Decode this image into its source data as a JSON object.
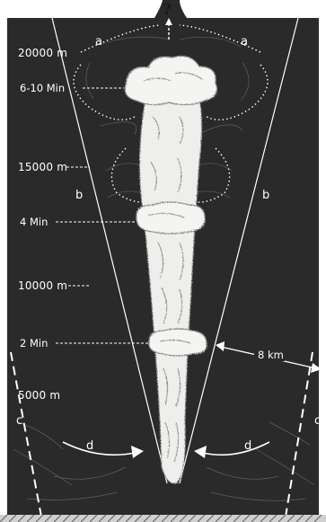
{
  "top_mark": "?",
  "altitude_labels": [
    "20000 m",
    "15000 m",
    "10000 m",
    "5000 m"
  ],
  "time_labels": [
    "6-10 Min",
    "4 Min",
    "2 Min"
  ],
  "zone_labels": {
    "a_left": "a",
    "a_right": "a",
    "b_left": "b",
    "b_right": "b",
    "c_left": "c",
    "c_right": "c",
    "d_left": "d",
    "d_right": "d"
  },
  "distance_label": "8 km",
  "colors": {
    "background": "#2a2a2a",
    "cloud": "#f2f2f0",
    "cloud_shadow": "#9a9a98",
    "lines": "#ffffff",
    "ground": "#6a6a6a"
  }
}
